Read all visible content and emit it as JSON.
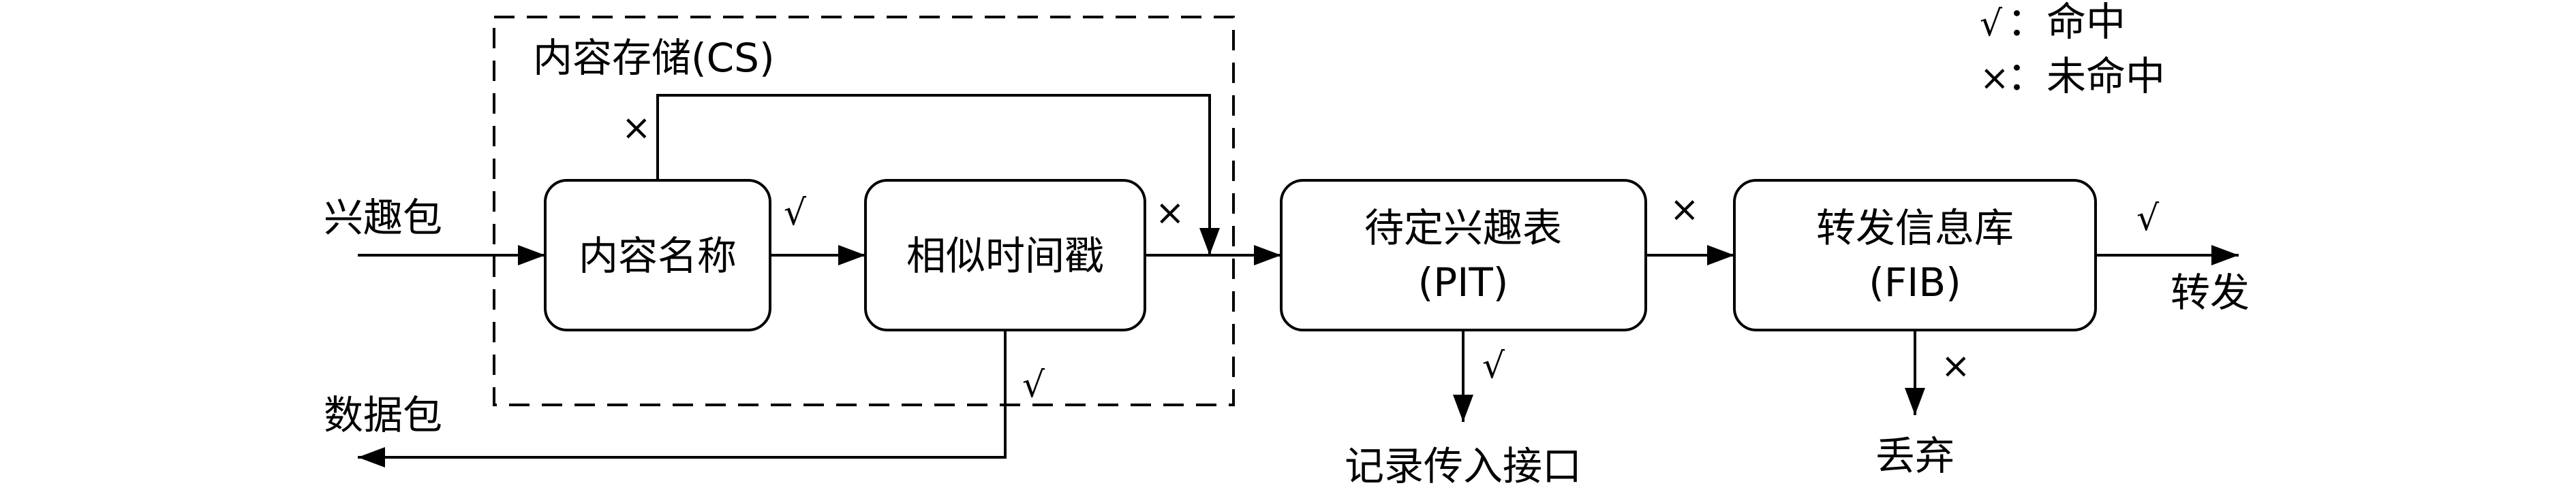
{
  "legend": {
    "hit_symbol": "√",
    "hit_text": "：命中",
    "miss_symbol": "×",
    "miss_text": "：未命中"
  },
  "cs_group": {
    "title": "内容存储(CS)"
  },
  "boxes": {
    "content_name": "内容名称",
    "similar_timestamp": "相似时间戳",
    "pit_line1": "待定兴趣表",
    "pit_line2": "(PIT)",
    "fib_line1": "转发信息库",
    "fib_line2": "(FIB)"
  },
  "io_labels": {
    "interest_packet": "兴趣包",
    "data_packet": "数据包",
    "record_interface": "记录传入接口",
    "forward": "转发",
    "discard": "丢弃"
  },
  "marks": {
    "hit": "√",
    "miss": "×"
  }
}
